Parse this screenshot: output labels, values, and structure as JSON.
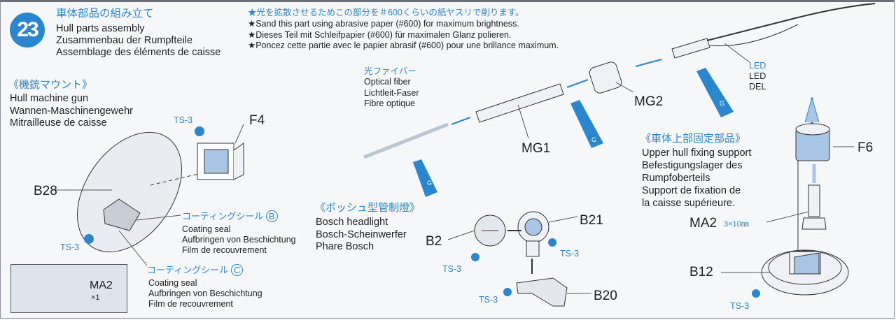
{
  "step": {
    "number": "23",
    "title_jp": "車体部品の組み立て",
    "title_en": "Hull parts assembly",
    "title_de": "Zusammenbau der Rumpfteile",
    "title_fr": "Assemblage des éléments de caisse"
  },
  "note": {
    "jp": "★光を拡散させるためこの部分を＃600くらいの紙ヤスリで削ります。",
    "en": "★Sand this part using abrasive paper (#600) for maximum brightness.",
    "de": "★Dieses Teil mit Schleifpapier (#600) für maximalen Glanz polieren.",
    "fr": "★Poncez cette partie avec le papier abrasif (#600) pour une brillance maximum."
  },
  "mg_mount": {
    "jp": "《機銃マウント》",
    "en": "Hull machine gun",
    "de": "Wannen-Maschinengewehr",
    "fr": "Mitrailleuse de caisse"
  },
  "coating_b": {
    "jp": "コーティングシール",
    "mark": "B",
    "en": "Coating seal",
    "de": "Aufbringen von Beschichtung",
    "fr": "Film de recouvrement"
  },
  "coating_c": {
    "jp": "コーティングシール",
    "mark": "C",
    "en": "Coating seal",
    "de": "Aufbringen von Beschichtung",
    "fr": "Film de recouvrement"
  },
  "fiber": {
    "jp": "光ファイバー",
    "en": "Optical fiber",
    "de": "Lichtleit-Faser",
    "fr": "Fibre optique"
  },
  "led": {
    "jp": "LED",
    "en": "LED",
    "fr": "DEL"
  },
  "bosch": {
    "jp": "《ボッシュ型管制燈》",
    "en": "Bosch headlight",
    "de": "Bosch-Scheinwerfer",
    "fr": "Phare Bosch"
  },
  "upper_hull": {
    "jp": "《車体上部固定部品》",
    "en": "Upper hull fixing support",
    "de1": "Befestigungslager des",
    "de2": "Rumpfoberteils",
    "fr1": "Support de fixation de",
    "fr2": "la caisse supérieure."
  },
  "parts": {
    "f4": "F4",
    "b28": "B28",
    "mg1": "MG1",
    "mg2": "MG2",
    "b2": "B2",
    "b21": "B21",
    "b20": "B20",
    "f6": "F6",
    "ma2": "MA2",
    "ma2_size": "3×10㎜",
    "b12": "B12"
  },
  "paint": "TS-3",
  "glue": "G",
  "screw_box": {
    "name": "MA2",
    "qty": "×1"
  },
  "colors": {
    "accent": "#2a86cf",
    "part_fill": "#a9c6e6"
  }
}
